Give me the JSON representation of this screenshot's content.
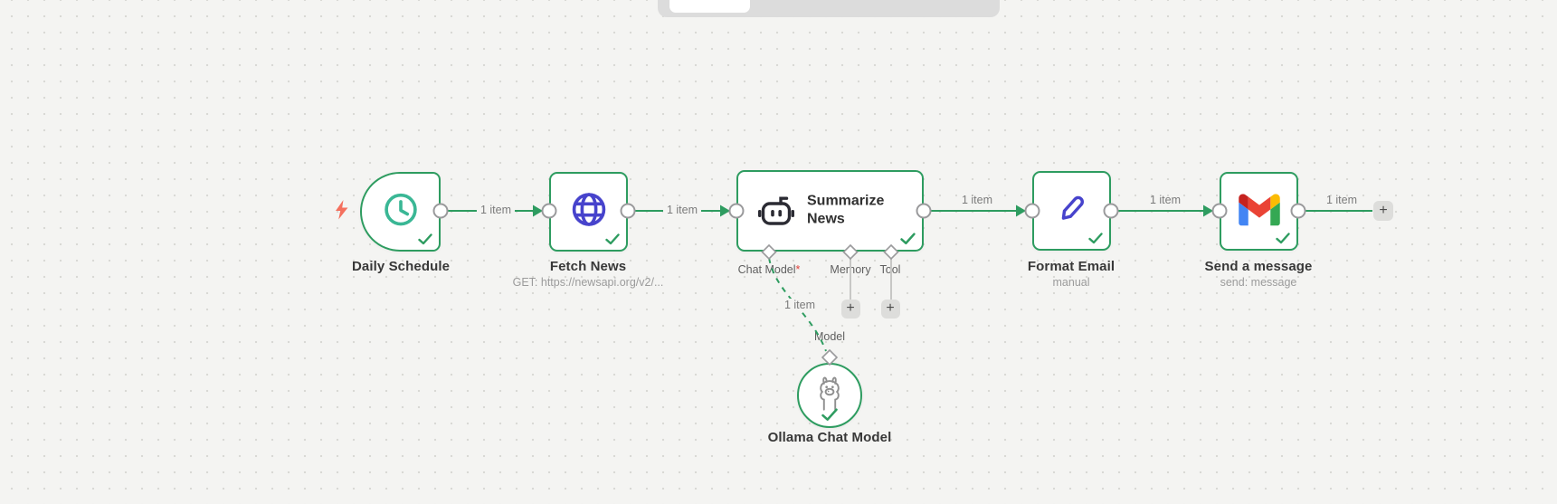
{
  "canvas": {
    "description": "n8n-style workflow canvas",
    "colors": {
      "canvas_bg": "#f4f4f2",
      "success_green": "#2e9c60",
      "schedule_teal": "#3ab795",
      "http_indigo": "#4743cc",
      "trigger_zap_coral": "#f4705e",
      "required_red": "#e0423c",
      "robot_dark": "#2b2b33",
      "llama_gray": "#8f8f8f",
      "gmail_red": "#ea4335",
      "gmail_blue": "#4285f4",
      "gmail_green": "#34a853",
      "gmail_yellow": "#fbbc04"
    }
  },
  "icons": {
    "daily_schedule": "clock-icon",
    "fetch_news": "globe-icon",
    "summarize_news": "robot-icon",
    "format_email": "pencil-icon",
    "send_message": "gmail-icon",
    "ollama": "llama-icon",
    "trigger_hint": "lightning-zap-icon",
    "success": "check-icon"
  },
  "nodes": {
    "daily_schedule": {
      "label": "Daily Schedule"
    },
    "fetch_news": {
      "label": "Fetch News",
      "sublabel": "GET: https://newsapi.org/v2/..."
    },
    "summarize_news": {
      "title": "Summarize News",
      "port_chat_model": "Chat Model",
      "port_chat_model_required": "*",
      "port_memory": "Memory",
      "port_tool": "Tool"
    },
    "format_email": {
      "label": "Format Email",
      "sublabel": "manual"
    },
    "send_message": {
      "label": "Send a message",
      "sublabel": "send: message"
    },
    "ollama": {
      "label": "Ollama Chat Model",
      "port_model": "Model"
    }
  },
  "connections": {
    "schedule_to_fetch": {
      "label": "1 item"
    },
    "fetch_to_summarize": {
      "label": "1 item"
    },
    "summarize_to_format": {
      "label": "1 item"
    },
    "format_to_send": {
      "label": "1 item"
    },
    "send_to_next": {
      "label": "1 item"
    },
    "ollama_to_summarize": {
      "label": "1 item"
    }
  },
  "buttons": {
    "add_memory": "+",
    "add_tool": "+",
    "add_next_node": "+"
  }
}
